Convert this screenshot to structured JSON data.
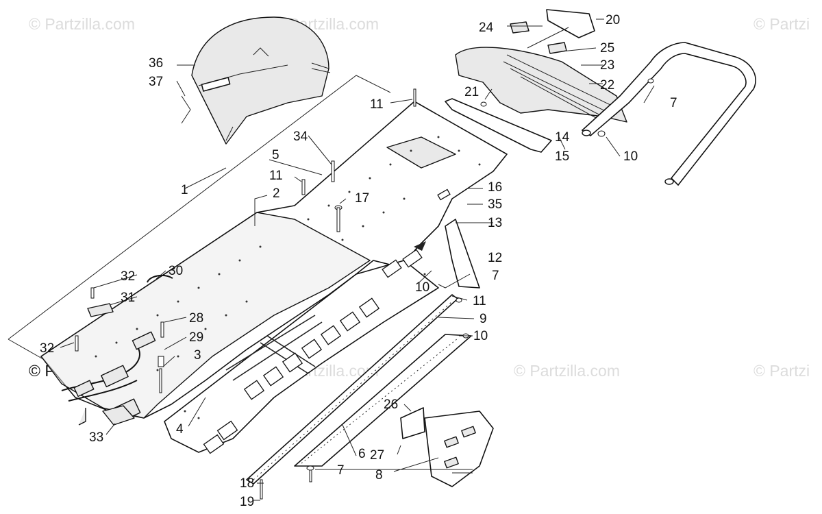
{
  "watermarks": {
    "top_left": "© Partzilla.com",
    "top_center": "© Partzilla.com",
    "top_right": "© Partzi",
    "mid_left": "© Partzilla.com",
    "mid_center": "© Partzilla.com",
    "mid_right": "© Partzilla.com",
    "mid_far_right": "© Partzi"
  },
  "callouts": [
    "1",
    "2",
    "3",
    "4",
    "5",
    "6",
    "7",
    "8",
    "9",
    "10",
    "11",
    "12",
    "13",
    "14",
    "15",
    "16",
    "17",
    "18",
    "19",
    "20",
    "21",
    "22",
    "23",
    "24",
    "25",
    "26",
    "27",
    "28",
    "29",
    "30",
    "31",
    "32",
    "33",
    "34",
    "35",
    "36",
    "37"
  ]
}
